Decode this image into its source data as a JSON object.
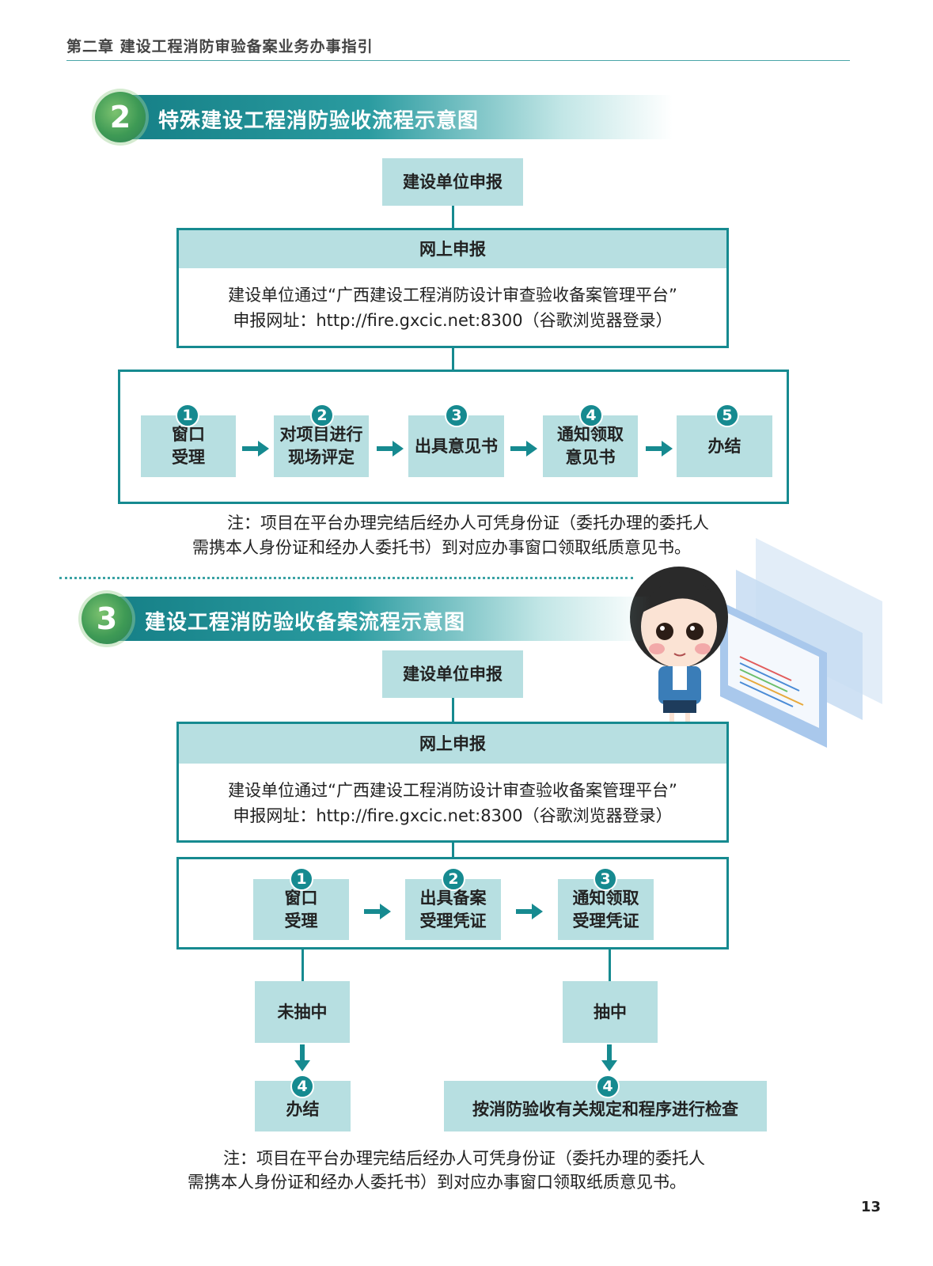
{
  "header": {
    "chapter": "第二章  建设工程消防审验备案业务办事指引"
  },
  "section2": {
    "num": "2",
    "title": "特殊建设工程消防验收流程示意图",
    "top_box": "建设单位申报",
    "online": {
      "head": "网上申报",
      "line1": "建设单位通过“广西建设工程消防设计审查验收备案管理平台”",
      "line2": "申报网址：http://fire.gxcic.net:8300（谷歌浏览器登录）"
    },
    "steps": [
      {
        "num": "1",
        "l1": "窗口",
        "l2": "受理"
      },
      {
        "num": "2",
        "l1": "对项目进行",
        "l2": "现场评定"
      },
      {
        "num": "3",
        "l1": "出具意见书",
        "l2": ""
      },
      {
        "num": "4",
        "l1": "通知领取",
        "l2": "意见书"
      },
      {
        "num": "5",
        "l1": "办结",
        "l2": ""
      }
    ],
    "note1": "注：项目在平台办理完结后经办人可凭身份证（委托办理的委托人",
    "note2": "需携本人身份证和经办人委托书）到对应办事窗口领取纸质意见书。"
  },
  "section3": {
    "num": "3",
    "title": "建设工程消防验收备案流程示意图",
    "top_box": "建设单位申报",
    "online": {
      "head": "网上申报",
      "line1": "建设单位通过“广西建设工程消防设计审查验收备案管理平台”",
      "line2": "申报网址：http://fire.gxcic.net:8300（谷歌浏览器登录）"
    },
    "steps": [
      {
        "num": "1",
        "l1": "窗口",
        "l2": "受理"
      },
      {
        "num": "2",
        "l1": "出具备案",
        "l2": "受理凭证"
      },
      {
        "num": "3",
        "l1": "通知领取",
        "l2": "受理凭证"
      }
    ],
    "branch_left": "未抽中",
    "branch_right": "抽中",
    "end_left": {
      "num": "4",
      "label": "办结"
    },
    "end_right": {
      "num": "4",
      "label": "按消防验收有关规定和程序进行检查"
    },
    "note1": "注：项目在平台办理完结后经办人可凭身份证（委托办理的委托人",
    "note2": "需携本人身份证和经办人委托书）到对应办事窗口领取纸质意见书。"
  },
  "page_number": "13",
  "colors": {
    "teal": "#168a90",
    "box_fill": "#b7dfe1",
    "green": "#3e9a55"
  }
}
